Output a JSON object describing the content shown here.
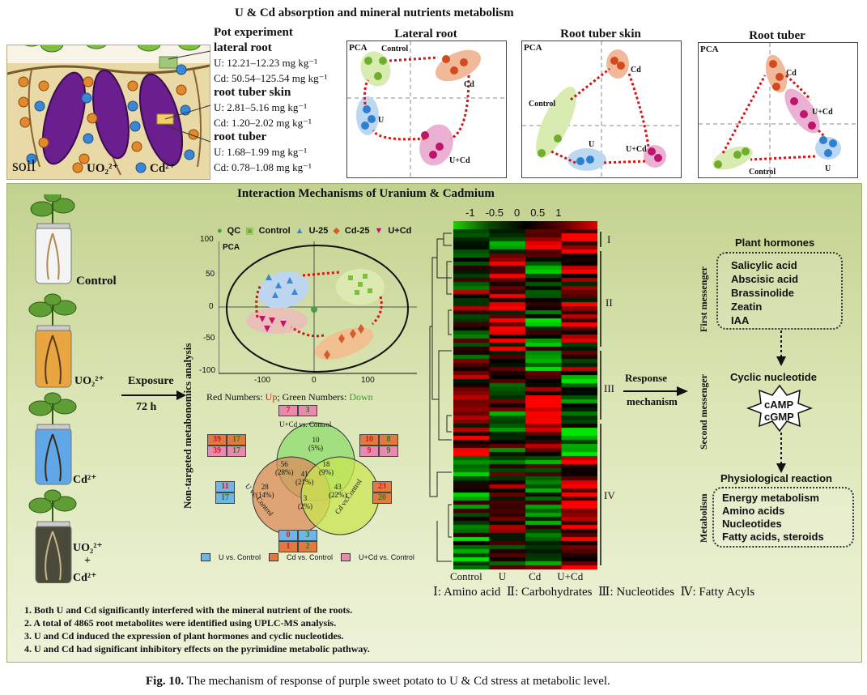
{
  "top": {
    "title": "U & Cd absorption and mineral nutrients metabolism",
    "soil_label": "soil",
    "legend_uo2": "UO₂²⁺",
    "legend_cd": "Cd²⁺",
    "pot_experiment": "Pot experiment",
    "sections": [
      {
        "head": "lateral root",
        "u": "U: 12.21–12.23 mg kg⁻¹",
        "cd": "Cd: 50.54–125.54 mg kg⁻¹"
      },
      {
        "head": "root tuber skin",
        "u": "U: 2.81–5.16 mg kg⁻¹",
        "cd": "Cd: 1.20–2.02 mg kg⁻¹"
      },
      {
        "head": "root tuber",
        "u": "U: 1.68–1.99 mg kg⁻¹",
        "cd": "Cd: 0.78–1.08 mg kg⁻¹"
      }
    ],
    "pca_panels": [
      {
        "title": "Lateral root",
        "tag": "PCA",
        "labels": [
          "Control",
          "Cd",
          "U",
          "U+Cd"
        ]
      },
      {
        "title": "Root tuber  skin",
        "tag": "PCA",
        "labels": [
          "Control",
          "Cd",
          "U",
          "U+Cd"
        ]
      },
      {
        "title": "Root tuber",
        "tag": "PCA",
        "labels": [
          "Cd",
          "U+Cd",
          "Control",
          "U"
        ]
      }
    ]
  },
  "bottom": {
    "title": "Interaction Mechanisms of Uranium & Cadmium",
    "plants": [
      "Control",
      "UO₂²⁺",
      "Cd²⁺",
      "UO₂²⁺",
      "+",
      "Cd²⁺"
    ],
    "exposure": "Exposure",
    "exposure_time": "72 h",
    "side_axis": "Non-targeted metabonomics analysis",
    "pca_legend": [
      "QC",
      "Control",
      "U-25",
      "Cd-25",
      "U+Cd"
    ],
    "pca_tag": "PCA",
    "pca_yticks": [
      "100",
      "50",
      "0",
      "-50",
      "-100"
    ],
    "pca_xticks": [
      "-100",
      "0",
      "100"
    ],
    "venn_caption_prefix": "Red Numbers: ",
    "venn_caption_up": "Up",
    "venn_caption_mid": "; Green Numbers: ",
    "venn_caption_down": "Down",
    "venn": {
      "top_label": "U+Cd vs. Control",
      "left_label": "U vs. Control",
      "right_label": "Cd vs.Control",
      "regions": [
        {
          "n": "10",
          "p": "(5%)"
        },
        {
          "n": "56",
          "p": "(28%)"
        },
        {
          "n": "18",
          "p": "(9%)"
        },
        {
          "n": "41",
          "p": "(21%)"
        },
        {
          "n": "28",
          "p": "(14%)"
        },
        {
          "n": "43",
          "p": "(22%)"
        },
        {
          "n": "3",
          "p": "(2%)"
        }
      ],
      "boxes": [
        [
          "7",
          "3"
        ],
        [
          "39",
          "17"
        ],
        [
          "39",
          "17"
        ],
        [
          "10",
          "8"
        ],
        [
          "9",
          "9"
        ],
        [
          "11",
          "17"
        ],
        [
          "23",
          "20"
        ],
        [
          "0",
          "3"
        ],
        [
          "1",
          "2"
        ]
      ],
      "legend": [
        "U vs. Control",
        "Cd vs. Control",
        "U+Cd vs. Control"
      ]
    },
    "heatmap": {
      "scale_ticks": [
        "-1",
        "-0.5",
        "0",
        "0.5",
        "1"
      ],
      "columns": [
        "Control",
        "U",
        "Cd",
        "U+Cd"
      ],
      "clusters": [
        "I",
        "II",
        "III",
        "IV"
      ],
      "cluster_caption": "Ⅰ: Amino acid  Ⅱ: Carbohydrates  Ⅲ: Nucleotides  Ⅳ: Fatty Acyls"
    },
    "response": "Response",
    "mechanism": "mechanism",
    "first_messenger": "First messenger",
    "second_messenger": "Second messenger",
    "metabolism": "Metabolism",
    "plant_hormones_title": "Plant hormones",
    "plant_hormones": [
      "Salicylic acid",
      "Abscisic acid",
      "Brassinolide",
      "Zeatin",
      "IAA"
    ],
    "cyclic_title": "Cyclic nucleotide",
    "camp": "cAMP",
    "cgmp": "cGMP",
    "physio_title": "Physiological reaction",
    "physio_items": [
      "Energy metabolism",
      "Amino acids",
      "Nucleotides",
      "Fatty acids, steroids"
    ],
    "notes": [
      "1. Both U and Cd significantly interfered with the mineral nutrient of the roots.",
      "2. A total of 4865 root metabolites were identified using UPLC-MS analysis.",
      "3. U and Cd induced the expression of plant hormones and cyclic nucleotides.",
      "4. U and Cd had significant inhibitory effects on the pyrimidine metabolic pathway."
    ]
  },
  "caption": {
    "label": "Fig. 10.",
    "text": " The mechanism of response of purple sweet potato to U & Cd stress at metabolic level."
  },
  "colors": {
    "green_dot": "#6fae2c",
    "blue_dot": "#2f7fd0",
    "orange_dot": "#e07b2b",
    "magenta_dot": "#c0136e",
    "red_arrow": "#d01818"
  }
}
